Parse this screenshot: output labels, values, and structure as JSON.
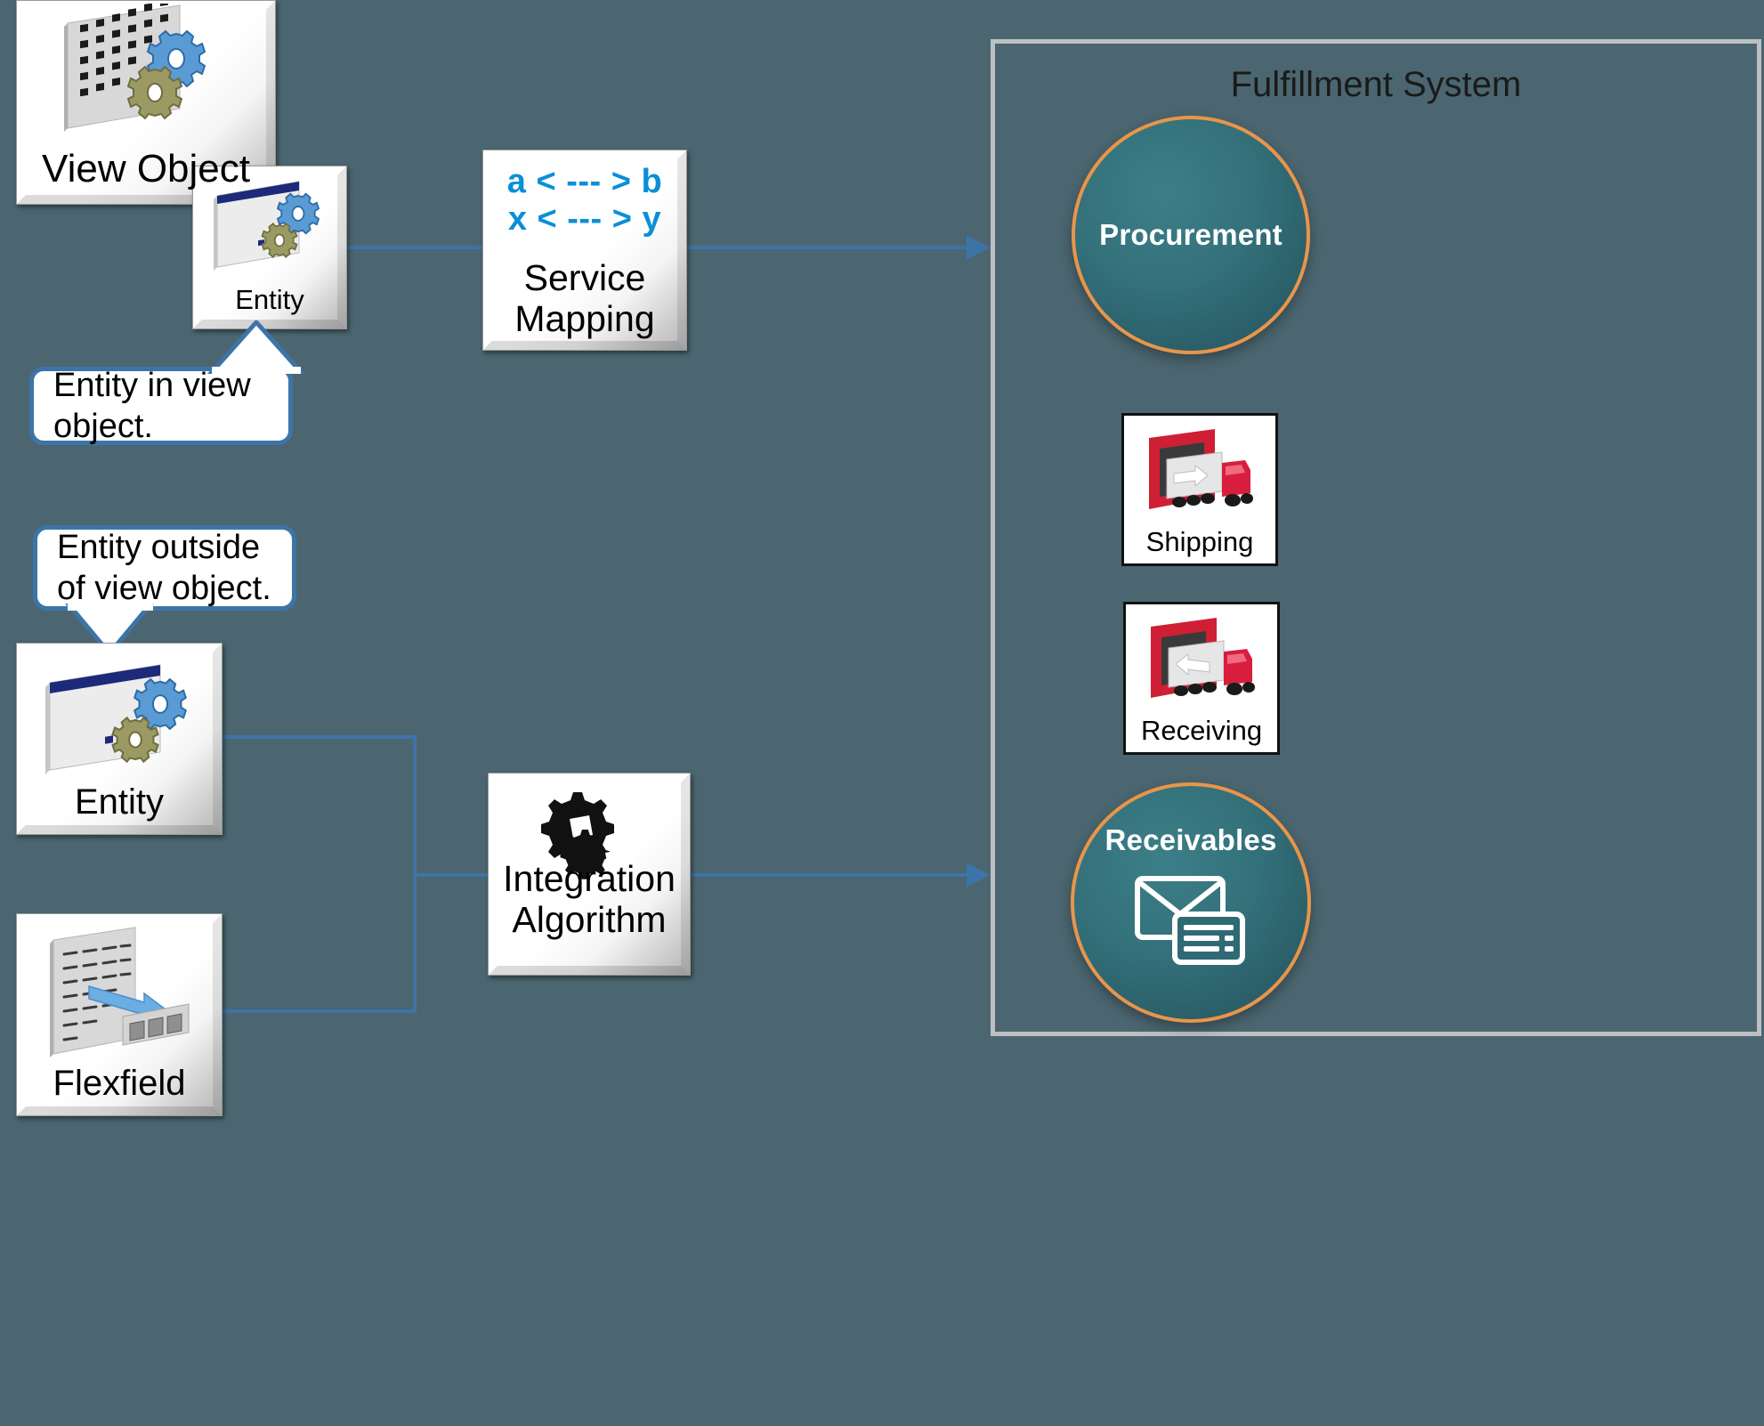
{
  "diagram": {
    "background_color": "#4b6670",
    "accent_line_color": "#3d74a8",
    "panel_border_color": "#bdbfc2",
    "circle_border_color": "#e8954a",
    "circle_fill_color": "#33707a",
    "mapping_text_color": "#0a8fd8"
  },
  "left_column": {
    "view_object": {
      "label": "View Object",
      "icon": "view-object-grid-gears-icon"
    },
    "entity_in_vo": {
      "label": "Entity",
      "icon": "entity-window-gears-icon"
    },
    "entity_outside_vo": {
      "label": "Entity",
      "icon": "entity-window-gears-icon"
    },
    "flexfield": {
      "label": "Flexfield",
      "icon": "flexfield-arrow-segments-icon"
    }
  },
  "callouts": [
    {
      "id": "entity-in-view-object",
      "line1": "Entity in view",
      "line2": "object.",
      "tail": "up"
    },
    {
      "id": "entity-outside-view-object",
      "line1": "Entity outside",
      "line2": "of  view object.",
      "tail": "down"
    }
  ],
  "middle_column": {
    "service_mapping": {
      "mapping_line_1": "a < --- > b",
      "mapping_line_2": "x < --- > y",
      "title_line_1": "Service",
      "title_line_2": "Mapping"
    },
    "integration_algorithm": {
      "title_line_1": "Integration",
      "title_line_2": "Algorithm",
      "icon": "two-gears-icon"
    }
  },
  "fulfillment_system": {
    "title": "Fulfillment System",
    "items": [
      {
        "id": "procurement",
        "label": "Procurement",
        "shape": "circle",
        "icon": null
      },
      {
        "id": "shipping",
        "label": "Shipping",
        "shape": "photo-tile",
        "icon": "truck-loading-dock-outbound-icon"
      },
      {
        "id": "receiving",
        "label": "Receiving",
        "shape": "photo-tile",
        "icon": "truck-loading-dock-inbound-icon"
      },
      {
        "id": "receivables",
        "label": "Receivables",
        "shape": "circle",
        "icon": "envelope-invoice-icon"
      }
    ]
  }
}
